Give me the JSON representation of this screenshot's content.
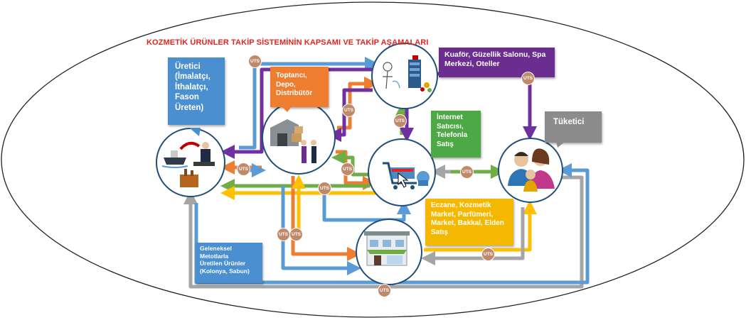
{
  "title": "KOZMETİK ÜRÜNLER TAKİP SİSTEMİNİN KAPSAMI VE TAKİP AŞAMALARI",
  "labels": {
    "producer": "Üretici\n(İmalatçı,\nİthalatçı,\nFason\nÜreten)",
    "wholesaler": "Toptancı,\nDepo,\nDistribütör",
    "salon": "Kuaför, Güzellik Salonu, Spa\nMerkezi, Oteller",
    "internet": "İnternet\nSatıcısı,\nTelefonla\nSatış",
    "consumer": "Tüketici",
    "pharmacy": "Eczane, Kozmetik\nMarket, Parfümeri,\nMarket, Bakkal, Elden\nSatış",
    "traditional": "Geleneksel\nMetotlarla\nÜretilen Ürünler\n(Kolonya, Sabun)",
    "badge": "UTS"
  },
  "colors": {
    "producer": "#4a8fd0",
    "wholesaler": "#ee7d30",
    "salon": "#6b2d8f",
    "internet": "#4da846",
    "consumer": "#8c8c8c",
    "pharmacy": "#f5b800",
    "traditional": "#4a8fd0",
    "title": "#e52421",
    "blue_arrow": "#5b9bd5",
    "purple_arrow": "#7030a0",
    "orange_arrow": "#ed7d31",
    "green_arrow": "#70ad47",
    "gray_arrow": "#a5a5a5",
    "yellow_arrow": "#ffc000",
    "uts": "#c08a6a"
  }
}
